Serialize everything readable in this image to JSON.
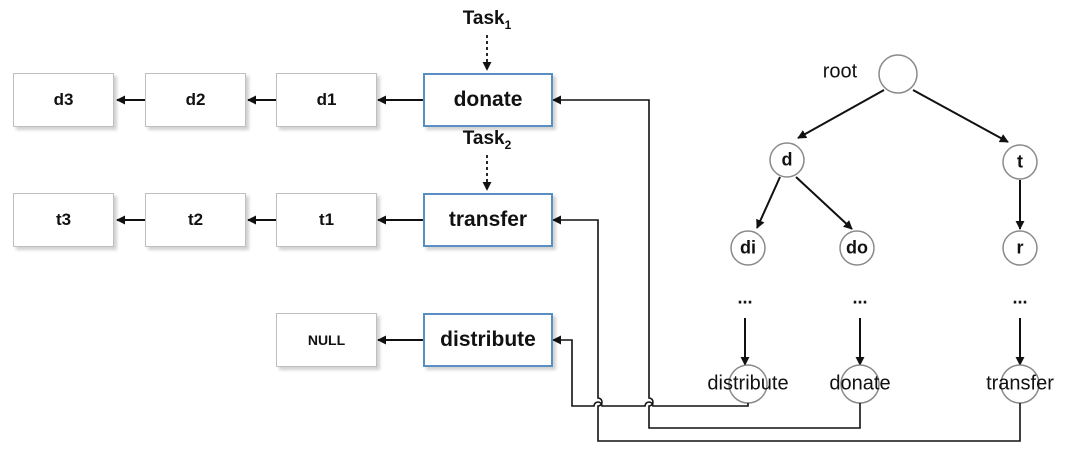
{
  "tasks": [
    {
      "label": "Task",
      "subscript": "1"
    },
    {
      "label": "Task",
      "subscript": "2"
    }
  ],
  "hash_table": [
    {
      "key": "donate",
      "chain": [
        "d1",
        "d2",
        "d3"
      ]
    },
    {
      "key": "transfer",
      "chain": [
        "t1",
        "t2",
        "t3"
      ]
    },
    {
      "key": "distribute",
      "chain": [
        "NULL"
      ]
    }
  ],
  "trie": {
    "root_label": "root",
    "nodes": {
      "d": "d",
      "t": "t",
      "di": "di",
      "do": "do",
      "r": "r"
    },
    "ellipsis": "...",
    "leaves": {
      "distribute": "distribute",
      "donate": "donate",
      "transfer": "transfer"
    }
  },
  "colors": {
    "key_border": "#5b8fc4",
    "plain_border": "#bfbfbf",
    "line": "#111111"
  }
}
